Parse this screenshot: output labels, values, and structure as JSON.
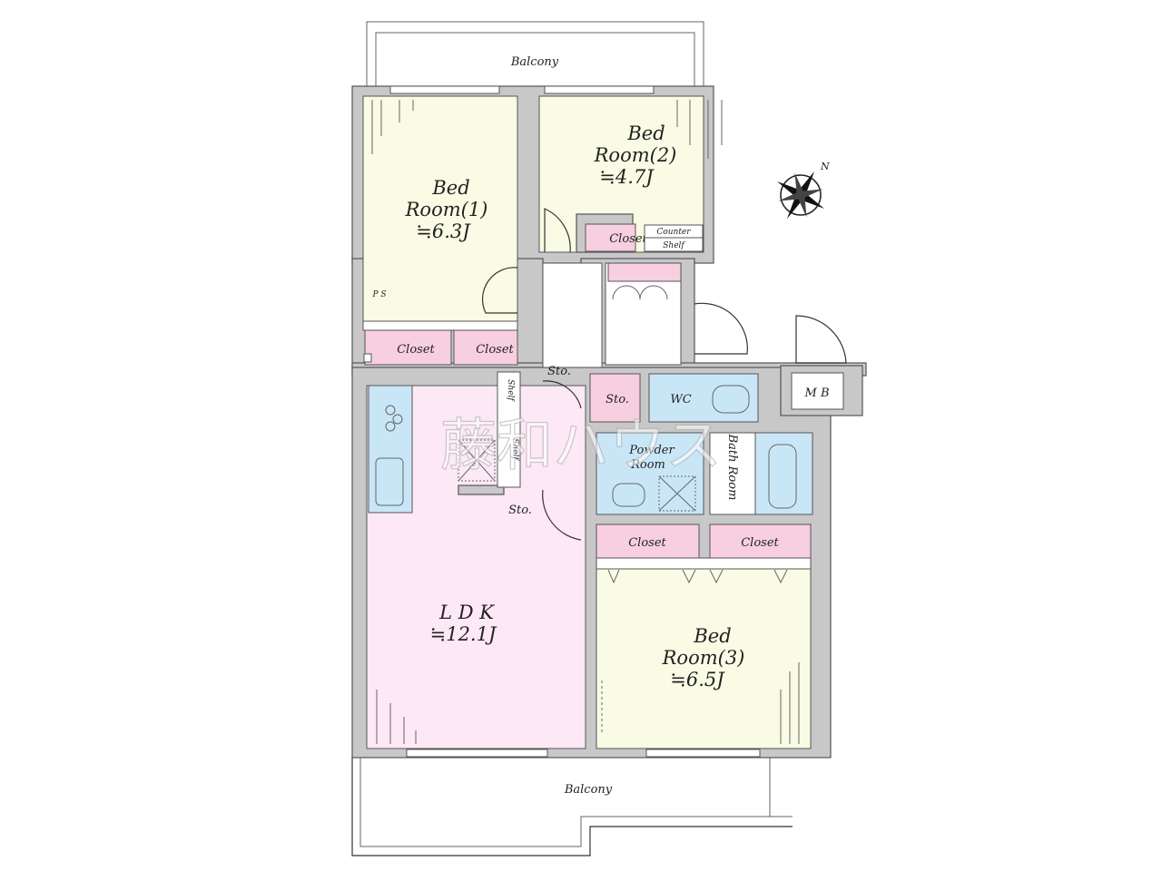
{
  "floor_plan": {
    "balcony_top": "Balcony",
    "balcony_bottom": "Balcony",
    "bedroom1": {
      "line1": "Bed",
      "line2": "Room(1)",
      "size": "≒6.3J"
    },
    "bedroom2": {
      "line1": "Bed",
      "line2": "Room(2)",
      "size": "≒4.7J"
    },
    "bedroom3": {
      "line1": "Bed",
      "line2": "Room(3)",
      "size": "≒6.5J"
    },
    "ldk": {
      "line1": "L D K",
      "size": "≒12.1J"
    },
    "closet": "Closet",
    "counter": "Counter",
    "shelf": "Shelf",
    "ps": "P S",
    "sto": "Sto.",
    "wc": "WC",
    "mb": "M B",
    "powder_room": {
      "line1": "Powder",
      "line2": "Room"
    },
    "bath_room": "Bath Room",
    "compass_north": "N",
    "watermark": "藤和ハウス"
  },
  "colors": {
    "bedroom": "#fafbe4",
    "closet": "#f7cfe0",
    "ldk": "#fde8f5",
    "wet_area": "#c9e6f7",
    "wall": "#c8c8c8"
  }
}
